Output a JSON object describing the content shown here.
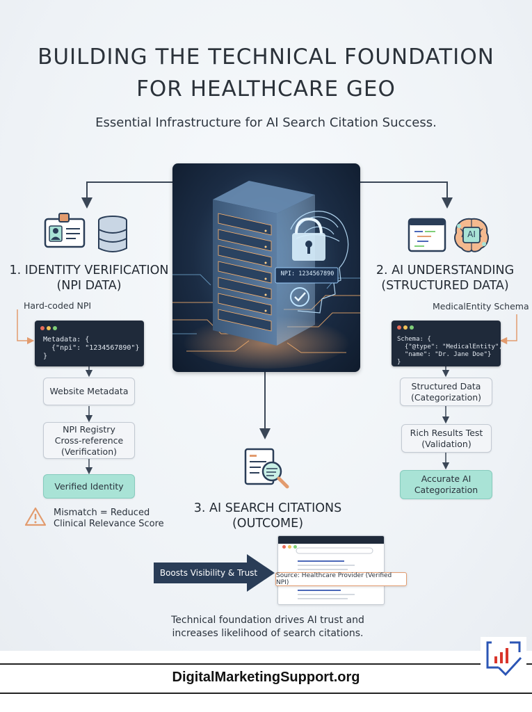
{
  "title": {
    "line1": "BUILDING THE TECHNICAL FOUNDATION",
    "line2": "FOR HEALTHCARE GEO"
  },
  "subtitle": "Essential Infrastructure for AI Search Citation Success.",
  "hero": {
    "npi_label": "NPI: 1234567890"
  },
  "left": {
    "heading_line1": "1. IDENTITY VERIFICATION",
    "heading_line2": "(NPI DATA)",
    "note": "Hard-coded NPI",
    "code_line1": "Metadata: {",
    "code_line2": "  {\"npi\": \"1234567890\"}",
    "code_line3": "}",
    "steps": [
      "Website Metadata",
      "NPI Registry\nCross-reference\n(Verification)",
      "Verified Identity"
    ],
    "warning_line1": "Mismatch = Reduced",
    "warning_line2": "Clinical Relevance Score"
  },
  "right": {
    "heading_line1": "2. AI UNDERSTANDING",
    "heading_line2": "(STRUCTURED DATA)",
    "ai_badge": "AI",
    "note": "MedicalEntity Schema",
    "code_line1": "Schema: {",
    "code_line2": "  {\"@type\": \"MedicalEntity\",",
    "code_line3": "  \"name\": \"Dr. Jane Doe\"}",
    "code_line4": "}",
    "steps": [
      "Structured Data\n(Categorization)",
      "Rich Results Test\n(Validation)",
      "Accurate AI\nCategorization"
    ]
  },
  "center": {
    "heading_line1": "3. AI SEARCH CITATIONS",
    "heading_line2": "(OUTCOME)",
    "arrow_label": "Boosts Visibility & Trust",
    "source_tag": "Source: Healthcare Provider (Verified NPI)",
    "footer_line1": "Technical foundation drives AI trust and",
    "footer_line2": "increases likelihood of search citations."
  },
  "brand": "DigitalMarketingSupport.org",
  "colors": {
    "dark_panel": "#1f2a3a",
    "teal": "#a9e3d6",
    "orange_accent": "#e29b6e",
    "navy": "#2a3d57",
    "link_blue": "#4a67b8"
  },
  "icons": [
    "id-card-icon",
    "database-icon",
    "code-window-icon",
    "ai-brain-icon",
    "document-search-icon",
    "warning-icon",
    "brand-logo-icon",
    "server-lock-icon"
  ]
}
